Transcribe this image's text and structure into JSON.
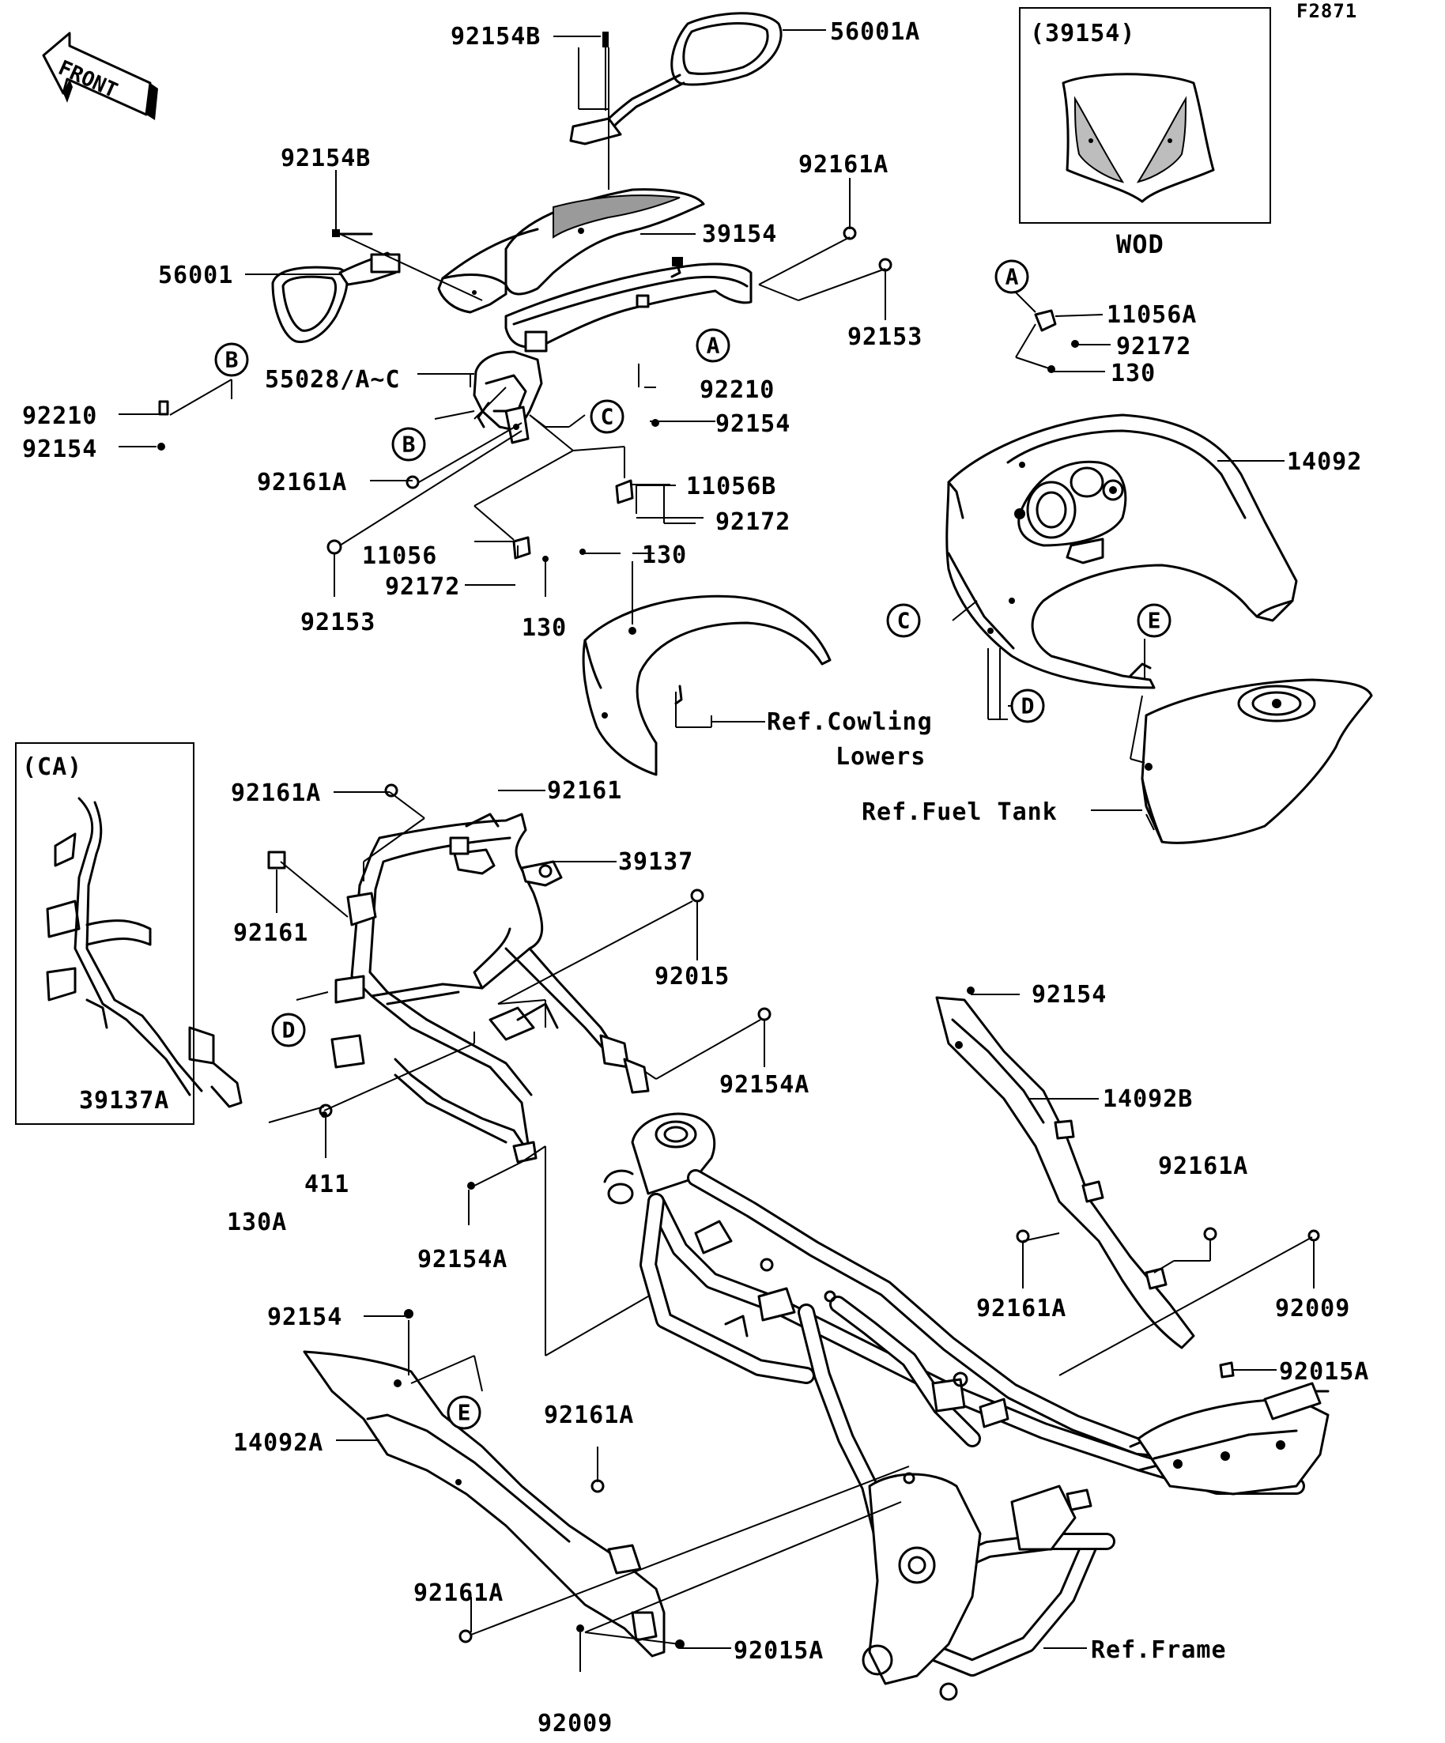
{
  "figure_code": "F2871",
  "front_arrow_label": "FRONT",
  "parts": [
    {
      "id": "p_92154B_top",
      "label": "92154B"
    },
    {
      "id": "p_56001A",
      "label": "56001A"
    },
    {
      "id": "p_92154B",
      "label": "92154B"
    },
    {
      "id": "p_39154",
      "label": "39154"
    },
    {
      "id": "p_92161A_1",
      "label": "92161A"
    },
    {
      "id": "p_56001",
      "label": "56001"
    },
    {
      "id": "p_92153_1",
      "label": "92153"
    },
    {
      "id": "p_11056A",
      "label": "11056A"
    },
    {
      "id": "p_92172_1",
      "label": "92172"
    },
    {
      "id": "p_130_1",
      "label": "130"
    },
    {
      "id": "p_55028",
      "label": "55028/A~C"
    },
    {
      "id": "p_92210_1",
      "label": "92210"
    },
    {
      "id": "p_92210_2",
      "label": "92210"
    },
    {
      "id": "p_92154_1",
      "label": "92154"
    },
    {
      "id": "p_92154_2",
      "label": "92154"
    },
    {
      "id": "p_92161A_2",
      "label": "92161A"
    },
    {
      "id": "p_11056B",
      "label": "11056B"
    },
    {
      "id": "p_14092",
      "label": "14092"
    },
    {
      "id": "p_92172_2",
      "label": "92172"
    },
    {
      "id": "p_11056",
      "label": "11056"
    },
    {
      "id": "p_130_2",
      "label": "130"
    },
    {
      "id": "p_92172_3",
      "label": "92172"
    },
    {
      "id": "p_92153_2",
      "label": "92153"
    },
    {
      "id": "p_130_3",
      "label": "130"
    },
    {
      "id": "p_ref_cowling_1",
      "label": "Ref.Cowling"
    },
    {
      "id": "p_ref_cowling_2",
      "label": "Lowers"
    },
    {
      "id": "p_ref_fuel_tank",
      "label": "Ref.Fuel Tank"
    },
    {
      "id": "p_92161A_3",
      "label": "92161A"
    },
    {
      "id": "p_92161_1",
      "label": "92161"
    },
    {
      "id": "p_39137",
      "label": "39137"
    },
    {
      "id": "p_92161_2",
      "label": "92161"
    },
    {
      "id": "p_92015",
      "label": "92015"
    },
    {
      "id": "p_92154_3",
      "label": "92154"
    },
    {
      "id": "p_92154A_1",
      "label": "92154A"
    },
    {
      "id": "p_14092B",
      "label": "14092B"
    },
    {
      "id": "p_39137A",
      "label": "39137A"
    },
    {
      "id": "p_130A",
      "label": "130A"
    },
    {
      "id": "p_411",
      "label": "411"
    },
    {
      "id": "p_92154A_2",
      "label": "92154A"
    },
    {
      "id": "p_92161A_4",
      "label": "92161A"
    },
    {
      "id": "p_92161A_5",
      "label": "92161A"
    },
    {
      "id": "p_92009_1",
      "label": "92009"
    },
    {
      "id": "p_92154_4",
      "label": "92154"
    },
    {
      "id": "p_92015A_1",
      "label": "92015A"
    },
    {
      "id": "p_92161A_6",
      "label": "92161A"
    },
    {
      "id": "p_14092A",
      "label": "14092A"
    },
    {
      "id": "p_92161A_7",
      "label": "92161A"
    },
    {
      "id": "p_ref_frame",
      "label": "Ref.Frame"
    },
    {
      "id": "p_92015A_2",
      "label": "92015A"
    },
    {
      "id": "p_92009_2",
      "label": "92009"
    }
  ],
  "callouts": [
    {
      "id": "c_A1",
      "letter": "A"
    },
    {
      "id": "c_A2",
      "letter": "A"
    },
    {
      "id": "c_B1",
      "letter": "B"
    },
    {
      "id": "c_B2",
      "letter": "B"
    },
    {
      "id": "c_C1",
      "letter": "C"
    },
    {
      "id": "c_C2",
      "letter": "C"
    },
    {
      "id": "c_D1",
      "letter": "D"
    },
    {
      "id": "c_D2",
      "letter": "D"
    },
    {
      "id": "c_E1",
      "letter": "E"
    },
    {
      "id": "c_E2",
      "letter": "E"
    }
  ],
  "inset_wod": {
    "header": "(39154)",
    "caption": "WOD"
  },
  "inset_ca": {
    "header": "(CA)"
  }
}
